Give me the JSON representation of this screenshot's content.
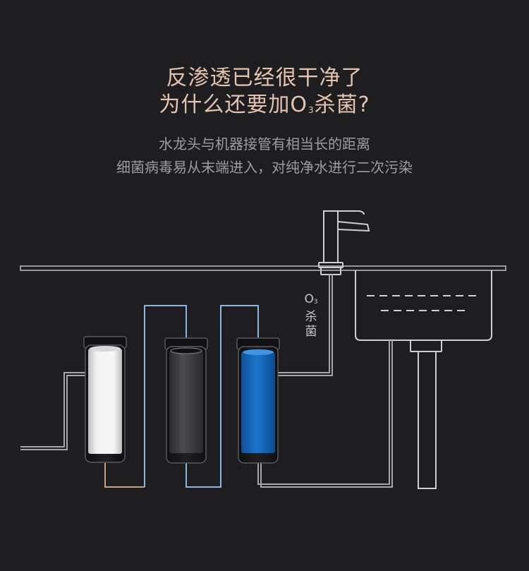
{
  "headline": {
    "line1": "反渗透已经很干净了",
    "line2_prefix": "为什么还要加",
    "line2_o": "O",
    "line2_sub": "3",
    "line2_suffix": "杀菌?"
  },
  "description": {
    "line1": "水龙头与机器接管有相当长的距离",
    "line2": "细菌病毒易从末端进入，对纯净水进行二次污染"
  },
  "o3_label": {
    "o": "O",
    "sub": "3",
    "c1": "杀",
    "c2": "菌"
  },
  "colors": {
    "background": "#1e1e20",
    "title": "#e5c3b1",
    "text": "#9d9d9d",
    "pipe_gold": "#c7a37a",
    "pipe_blue": "#8ab6e6",
    "pipe_gray": "#a7a7a7",
    "filter_white": "#ececec",
    "filter_dark": "#444448",
    "filter_blue": "#1668b8"
  },
  "icons": [
    "faucet-icon",
    "sink-icon",
    "filter-cartridge-icon",
    "water-pipe-icon"
  ]
}
